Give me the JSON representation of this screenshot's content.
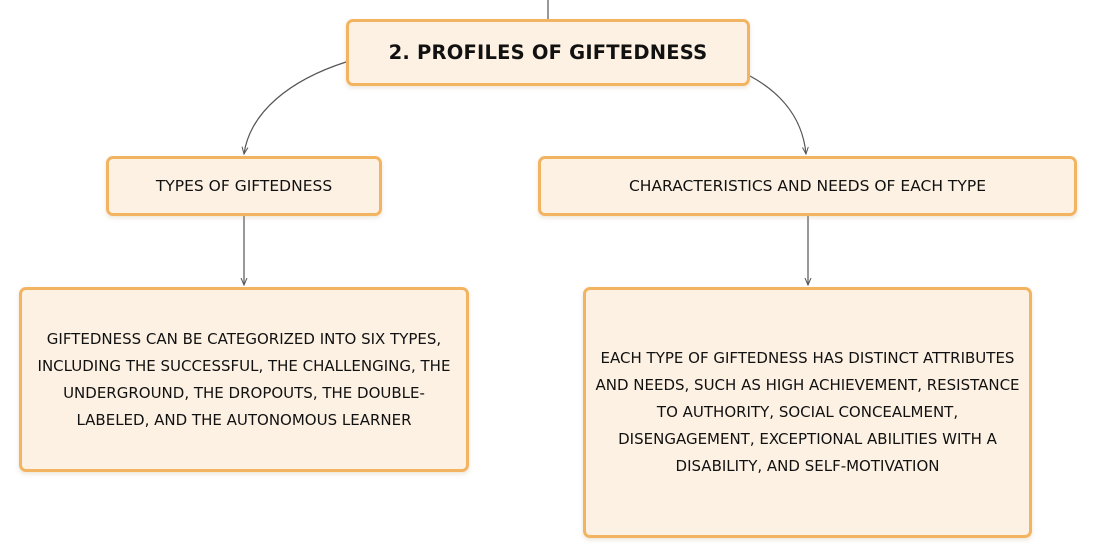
{
  "diagram": {
    "root": {
      "label": "2. PROFILES OF GIFTEDNESS"
    },
    "branches": [
      {
        "label": "TYPES OF GIFTEDNESS",
        "detail": "GIFTEDNESS CAN BE CATEGORIZED INTO SIX TYPES, INCLUDING THE SUCCESSFUL, THE CHALLENGING, THE UNDERGROUND, THE DROPOUTS, THE DOUBLE-LABELED, AND THE AUTONOMOUS LEARNER"
      },
      {
        "label": "CHARACTERISTICS AND NEEDS OF EACH TYPE",
        "detail": "EACH TYPE OF GIFTEDNESS HAS DISTINCT ATTRIBUTES AND NEEDS, SUCH AS HIGH ACHIEVEMENT, RESISTANCE TO AUTHORITY, SOCIAL CONCEALMENT, DISENGAGEMENT, EXCEPTIONAL ABILITIES WITH A DISABILITY, AND SELF-MOTIVATION"
      }
    ],
    "colors": {
      "node_fill": "#fdf1e4",
      "node_border": "#f2b461",
      "connector": "#555555"
    }
  }
}
